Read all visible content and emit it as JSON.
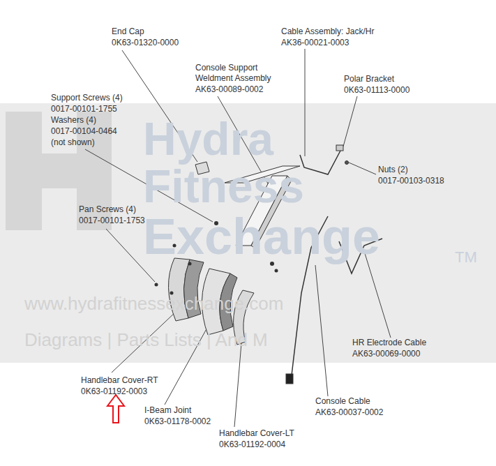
{
  "diagram": {
    "labels": [
      "End Cap",
      "0K63-01320-0000",
      "Cable Assembly: Jack/Hr",
      "AK36-00021-0003",
      "Console Support",
      "Weldment Assembly",
      "AK63-00089-0002",
      "Polar Bracket",
      "0K63-01113-0000",
      "Support Screws (4)",
      "0017-00101-1755",
      "Washers (4)",
      "0017-00104-0464",
      "(not shown)",
      "Nuts (2)",
      "0017-00103-0318",
      "Pan Screws (4)",
      "0017-00101-1753",
      "HR Electrode Cable",
      "AK63-00069-0000",
      "Handlebar Cover-RT",
      "0K63-01192-0003",
      "I-Beam Joint",
      "0K63-01178-0002",
      "Console Cable",
      "AK63-00037-0002",
      "Handlebar Cover-LT",
      "0K63-01192-0004",
      "Hydra",
      "Fitness",
      "Exchange",
      "TM",
      "www.hydrafitnessexchange.com",
      "Diagrams | Parts Lists | And M"
    ]
  }
}
